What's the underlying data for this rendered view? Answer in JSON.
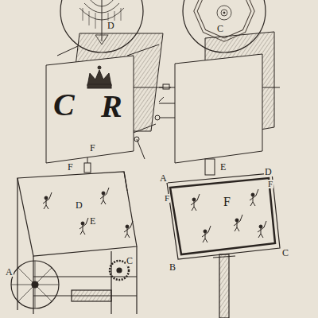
{
  "diagram": {
    "labels": [
      "D",
      "C",
      "R",
      "F",
      "C",
      "F",
      "D",
      "E",
      "A",
      "C",
      "A",
      "E",
      "D",
      "F",
      "F",
      "F",
      "B",
      "C"
    ]
  }
}
